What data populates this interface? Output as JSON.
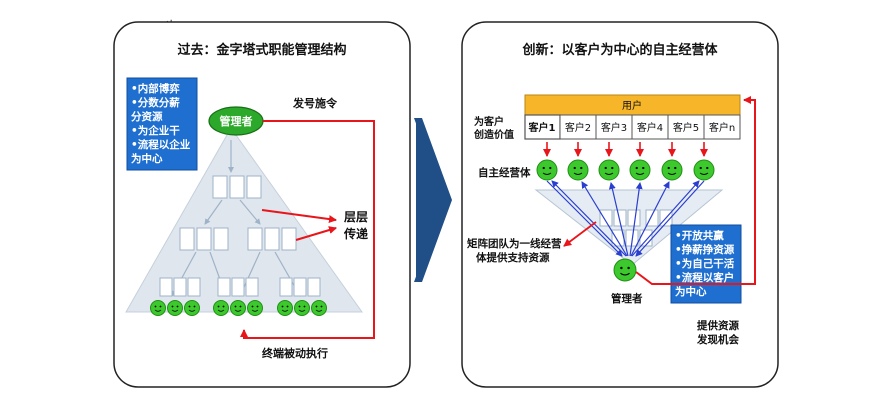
{
  "page_marker": "↵",
  "left_panel": {
    "title": "过去：金字塔式职能管理结构",
    "info_box_lines": [
      "•内部博弈",
      "•分数分薪",
      "  分资源",
      "•为企业干",
      "•流程以企业",
      "  为中心"
    ],
    "manager_label": "管理者",
    "command_label": "发号施令",
    "relay_label_lines": [
      "层层",
      "传递"
    ],
    "execute_label": "终端被动执行"
  },
  "right_panel": {
    "title": "创新：以客户为中心的自主经营体",
    "users_label": "用户",
    "value_label_lines": [
      "为客户",
      "创造价值"
    ],
    "customers": [
      "客户1",
      "客户2",
      "客户3",
      "客户4",
      "客户5",
      "客户n"
    ],
    "self_org_label": "自主经营体",
    "matrix_label_lines": [
      "矩阵团队为一线经营",
      "体提供支持资源"
    ],
    "manager_label": "管理者",
    "info_box_lines": [
      "•开放共赢",
      "•挣薪挣资源",
      "•为自己干活",
      "•流程以客户",
      "  为中心"
    ],
    "resource_label_lines": [
      "提供资源",
      "发现机会"
    ]
  },
  "colors": {
    "blue_box": "#1f6fd1",
    "red_arrow": "#e8151b",
    "green": "#3dc82e",
    "orange_bar": "#f7b62a",
    "pyramid": "#dfe6ee",
    "chevron": "#1f4f86",
    "blue_arrow": "#2a3fd0"
  }
}
